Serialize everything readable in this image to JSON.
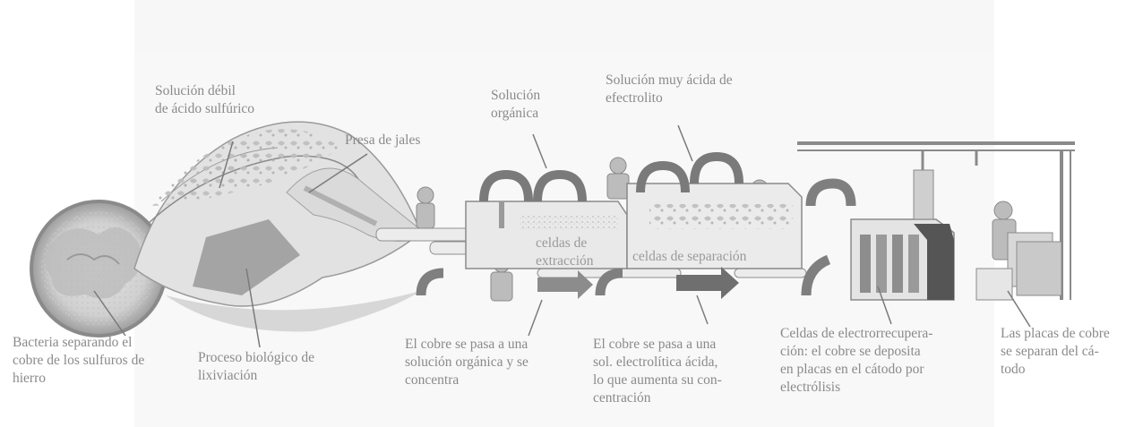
{
  "labels": {
    "weak_acid": [
      "Solución débil",
      "de ácido sulfúrico"
    ],
    "tailings_dam": "Presa de jales",
    "organic_solution": [
      "Solución",
      "orgánica"
    ],
    "electrolyte": [
      "Solución muy ácida de",
      "efectrolito"
    ],
    "extraction_cells": [
      "celdas de",
      "extracción"
    ],
    "separation_cells": "celdas de separación",
    "bacteria": [
      "Bacteria separando el",
      "cobre de los sulfuros de",
      "hierro"
    ],
    "bioleaching": [
      "Proceso biológico de",
      "lixiviación"
    ],
    "step_organic": [
      "El cobre se pasa a una",
      "solución orgánica y se",
      "concentra"
    ],
    "step_electrolytic": [
      "El cobre se pasa a una",
      "sol. electrolítica ácida,",
      "lo que aumenta su con-",
      "centración"
    ],
    "electrowinning": [
      "Celdas de electrorrecupera-",
      "ción: el cobre se deposita",
      "en placas en el cátodo por",
      "electrólisis"
    ],
    "copper_plates": [
      "Las placas de cobre",
      "se separan del cá-",
      "todo"
    ]
  }
}
